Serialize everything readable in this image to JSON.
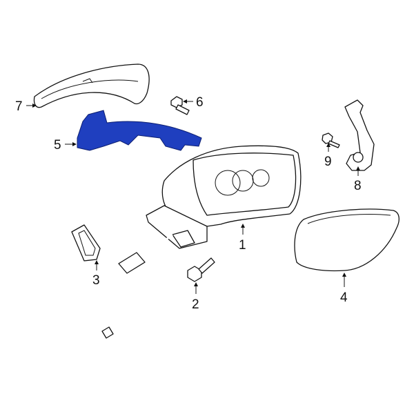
{
  "diagram": {
    "highlight_color": "#1f3fbf",
    "callouts": [
      {
        "id": "1",
        "text": "1"
      },
      {
        "id": "2",
        "text": "2"
      },
      {
        "id": "3",
        "text": "3"
      },
      {
        "id": "4",
        "text": "4"
      },
      {
        "id": "5",
        "text": "5"
      },
      {
        "id": "6",
        "text": "6"
      },
      {
        "id": "7",
        "text": "7"
      },
      {
        "id": "8",
        "text": "8"
      },
      {
        "id": "9",
        "text": "9"
      }
    ]
  }
}
